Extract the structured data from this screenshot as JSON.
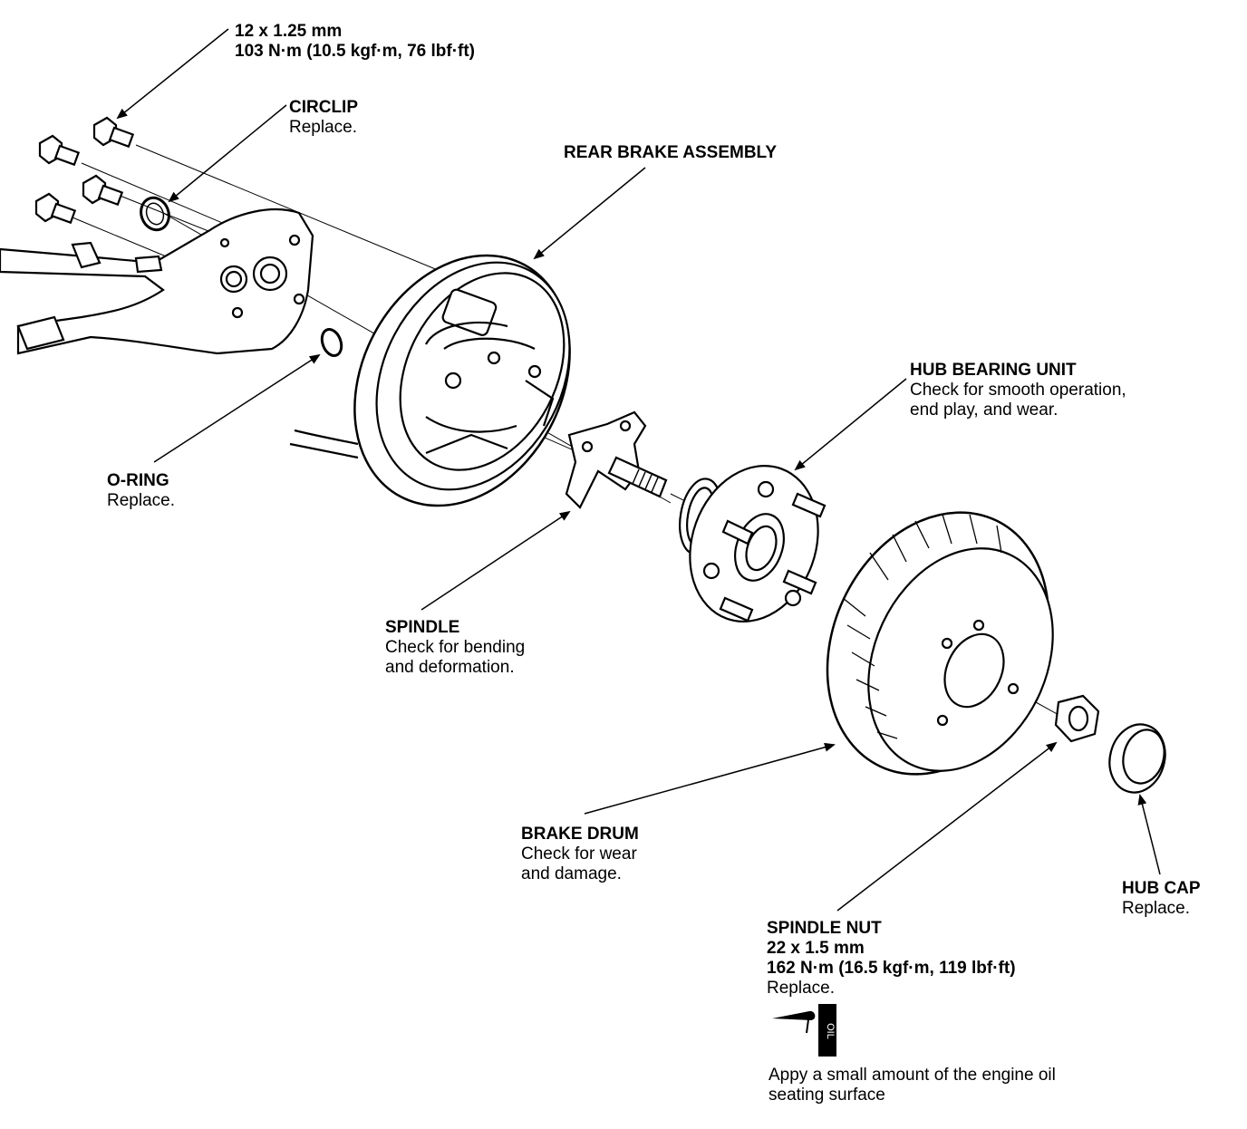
{
  "labels": {
    "bolts": {
      "line1": "12 x 1.25 mm",
      "line2": "103 N·m (10.5 kgf·m, 76 lbf·ft)"
    },
    "circlip": {
      "name": "CIRCLIP",
      "note": "Replace."
    },
    "rear_brake_assembly": {
      "name": "REAR BRAKE ASSEMBLY"
    },
    "hub_bearing_unit": {
      "name": "HUB BEARING UNIT",
      "note1": "Check for smooth operation,",
      "note2": "end play, and wear."
    },
    "o_ring": {
      "name": "O-RING",
      "note": "Replace."
    },
    "spindle": {
      "name": "SPINDLE",
      "note1": "Check for bending",
      "note2": "and deformation."
    },
    "brake_drum": {
      "name": "BRAKE DRUM",
      "note1": "Check for wear",
      "note2": "and damage."
    },
    "hub_cap": {
      "name": "HUB CAP",
      "note": "Replace."
    },
    "spindle_nut": {
      "name": "SPINDLE NUT",
      "line1": "22 x 1.5 mm",
      "line2": "162 N·m (16.5 kgf·m, 119 lbf·ft)",
      "note": "Replace."
    }
  },
  "oil_symbol": {
    "text": "OIL"
  },
  "oil_note": {
    "line1": "Appy a small amount of the engine oil",
    "line2": "seating surface"
  }
}
